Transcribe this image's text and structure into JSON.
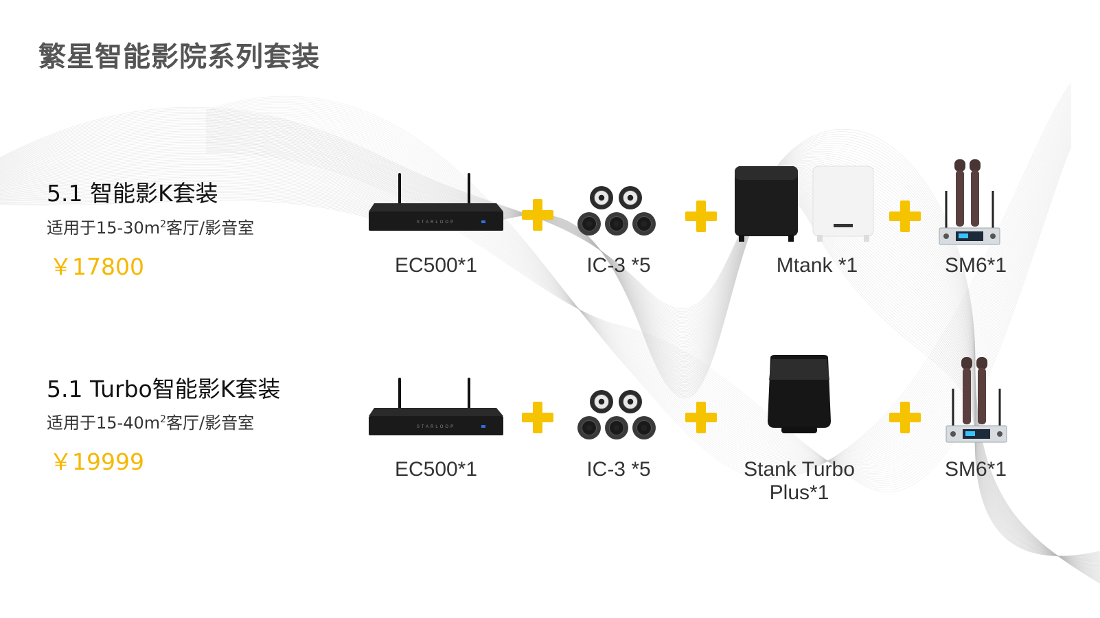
{
  "page": {
    "title": "繁星智能影院系列套装"
  },
  "colors": {
    "accent": "#F5B800",
    "plus": "#F5C300",
    "title": "#555555"
  },
  "packages": [
    {
      "name": "5.1 智能影K套装",
      "sub_prefix": "适用于15-30m",
      "sub_sup": "2",
      "sub_suffix": "客厅/影音室",
      "price": "￥17800",
      "items": [
        {
          "label": "EC500*1",
          "icon": "amplifier-icon"
        },
        {
          "label": "IC-3 *5",
          "icon": "ceiling-speakers-icon"
        },
        {
          "label": "Mtank *1",
          "icon": "subwoofer-pair-icon"
        },
        {
          "label": "SM6*1",
          "icon": "wireless-microphone-icon"
        }
      ]
    },
    {
      "name": "5.1 Turbo智能影K套装",
      "sub_prefix": "适用于15-40m",
      "sub_sup": "2",
      "sub_suffix": "客厅/影音室",
      "price": "￥19999",
      "items": [
        {
          "label": "EC500*1",
          "icon": "amplifier-icon"
        },
        {
          "label": "IC-3 *5",
          "icon": "ceiling-speakers-icon"
        },
        {
          "label_line1": "Stank Turbo",
          "label_line2": "Plus*1",
          "icon": "subwoofer-icon"
        },
        {
          "label": "SM6*1",
          "icon": "wireless-microphone-icon"
        }
      ]
    }
  ],
  "brand": {
    "device_text": "STARLOOP"
  }
}
